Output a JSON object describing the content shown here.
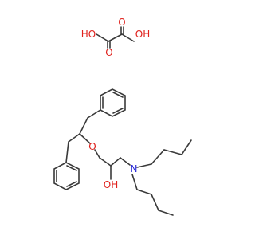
{
  "colors": {
    "bond": "#3a3a3a",
    "oxygen": "#e0211c",
    "nitrogen": "#2a2ad8",
    "background": "#ffffff"
  },
  "labels": {
    "oxalic_oh_left": "HO",
    "oxalic_oh_right": "OH",
    "oxalic_o_left": "O",
    "oxalic_o_right": "O",
    "ether_o": "O",
    "alcohol_oh": "OH",
    "amine_n": "N"
  }
}
